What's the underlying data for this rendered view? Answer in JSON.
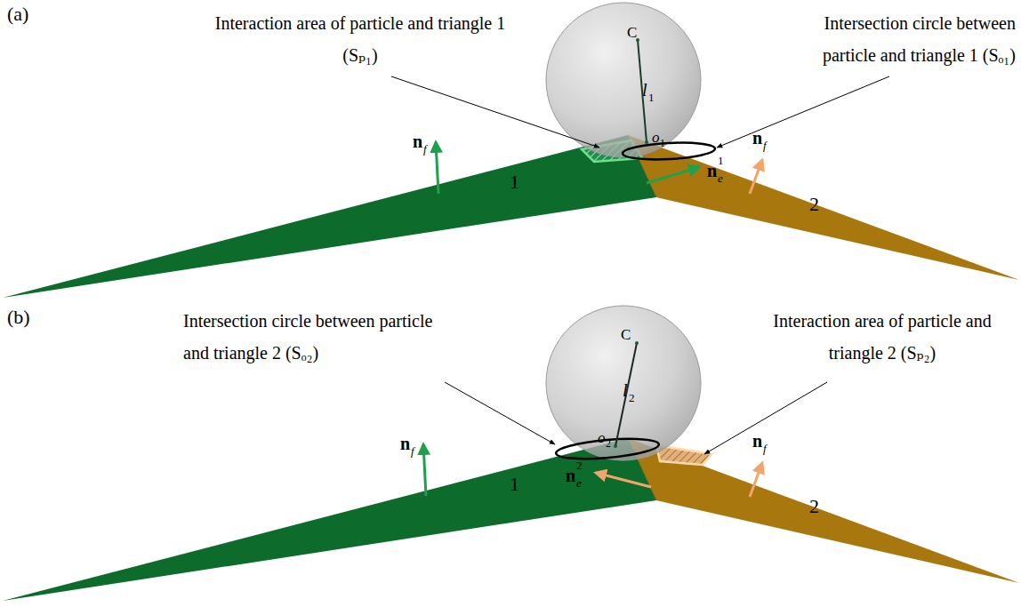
{
  "diagram": {
    "labels": [
      "(a)",
      "Interaction area of particle and triangle 1 (Sₚ₁)",
      "Intersection circle between particle and triangle 1 (Sₒ₁)",
      "C",
      "l",
      "1",
      "o",
      "1",
      "n",
      "f",
      "1",
      "n",
      "e",
      "1",
      "n",
      "f",
      "2",
      "(b)",
      "Intersection circle between particle and triangle 2 (Sₒ₂)",
      "Interaction area of particle and triangle 2 (Sₚ₂)",
      "C",
      "l",
      "2",
      "o",
      "2",
      "n",
      "f",
      "1",
      "n",
      "e",
      "2",
      "n",
      "f",
      "2"
    ]
  }
}
